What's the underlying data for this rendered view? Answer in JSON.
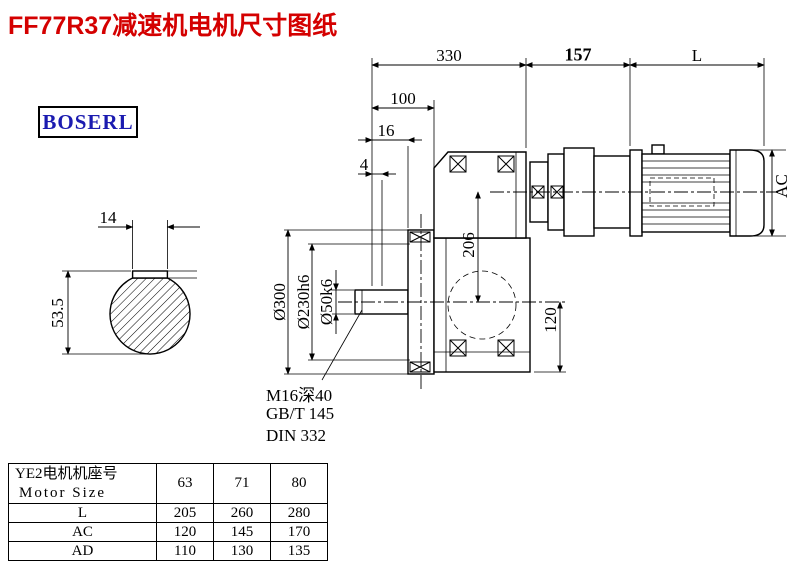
{
  "colors": {
    "title": "#d40000",
    "brand": "#1b1bb0"
  },
  "header": {
    "title": "FF77R37减速机电机尺寸图纸",
    "brand": "BOSERL"
  },
  "dimensions": {
    "gearbox_width": "330",
    "adapter_width": "157",
    "motor_length": "L",
    "flange_offset": "100",
    "flange_thickness": "16",
    "shaft_step": "4",
    "key_width": "14",
    "key_height": "53.5",
    "flange_od": "Ø300",
    "spigot_dia": "Ø230h6",
    "shaft_dia": "Ø50k6",
    "center_height": "206",
    "axis_to_base": "120",
    "motor_dia": "AC"
  },
  "notes": {
    "tap": "M16深40",
    "std1": "GB/T 145",
    "std2": "DIN 332"
  },
  "table": {
    "header": {
      "label_cn": "YE2电机机座号",
      "label_en": "Motor Size",
      "sizes": [
        "63",
        "71",
        "80"
      ]
    },
    "rows": [
      {
        "label": "L",
        "values": [
          "205",
          "260",
          "280"
        ]
      },
      {
        "label": "AC",
        "values": [
          "120",
          "145",
          "170"
        ]
      },
      {
        "label": "AD",
        "values": [
          "110",
          "130",
          "135"
        ]
      }
    ]
  }
}
